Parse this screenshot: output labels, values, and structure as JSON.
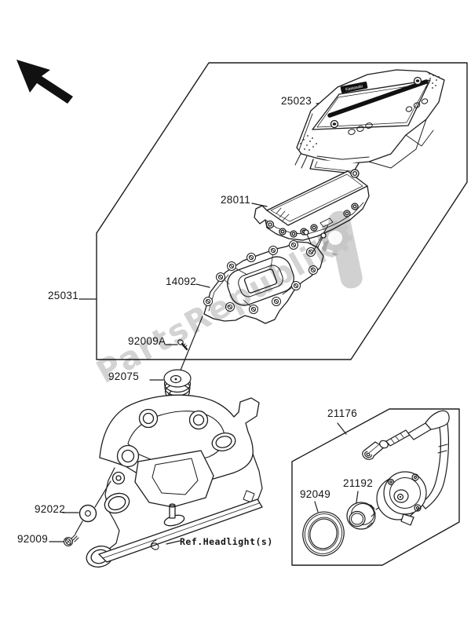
{
  "watermark": {
    "text": "PartsRepublik"
  },
  "meter": {
    "logo": "Kawasaki"
  },
  "labels": {
    "p25023": "25023",
    "p28011": "28011",
    "p14092": "14092",
    "p25031": "25031",
    "p92009a": "92009A",
    "p92075": "92075",
    "p92022": "92022",
    "p92009": "92009",
    "p21176": "21176",
    "p92049": "92049",
    "p21192": "21192",
    "ref_headlight": "Ref.Headlight(s)"
  },
  "icons": {
    "arrow": "direction-arrow",
    "gear": "gear-watermark",
    "wrench": "wrench-watermark"
  },
  "colors": {
    "line": "#1c1c1c",
    "watermark": "#bdbdbd",
    "background": "#ffffff"
  }
}
